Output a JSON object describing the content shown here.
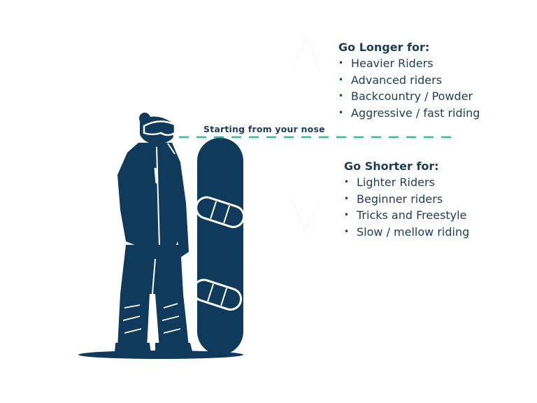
{
  "annotation": "Starting from your nose",
  "go_longer": {
    "title": "Go Longer for:",
    "items": [
      "Heavier Riders",
      "Advanced riders",
      "Backcountry / Powder",
      "Aggressive / fast riding"
    ]
  },
  "go_shorter": {
    "title": "Go Shorter for:",
    "items": [
      "Lighter Riders",
      "Beginner riders",
      "Tricks and Freestyle",
      "Slow / mellow riding"
    ]
  },
  "colors": {
    "figure": "#0f3a5c",
    "dashed_line": "#2bbf9e",
    "text": "#1f3b5c"
  }
}
